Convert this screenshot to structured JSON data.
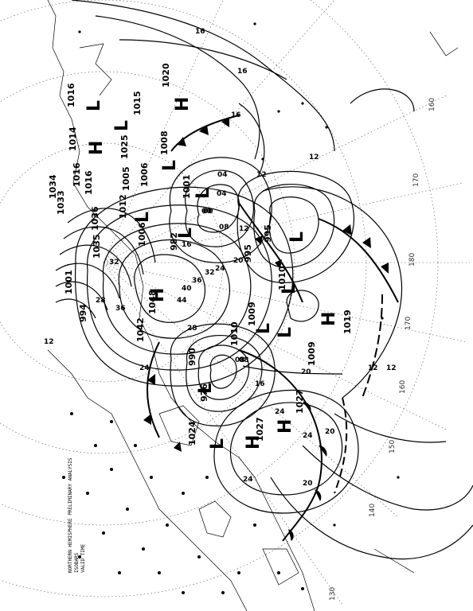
{
  "map": {
    "title_lines": [
      "NORTHERN HEMISPHERE PRELIMINARY ANALYSIS",
      "ISOBARS",
      "VALID TIME"
    ],
    "longitudes": [
      "180",
      "170",
      "160",
      "150",
      "140",
      "130",
      "160",
      "170"
    ],
    "isobar_labels": [
      "16",
      "16",
      "16",
      "12",
      "12",
      "12",
      "12",
      "08",
      "04",
      "00",
      "08",
      "16",
      "20",
      "24",
      "28",
      "32",
      "36",
      "40",
      "44",
      "32",
      "36",
      "28",
      "24",
      "12",
      "08",
      "16",
      "20",
      "20",
      "24",
      "20",
      "12",
      "24",
      "24",
      "00",
      "04"
    ],
    "pressure_values": [
      "1015",
      "1020",
      "1008",
      "1006",
      "1005",
      "1001",
      "982",
      "1006",
      "1012",
      "1016",
      "1036",
      "1035",
      "1048",
      "1042",
      "1024",
      "976",
      "990",
      "995",
      "995",
      "1010",
      "1009",
      "1010",
      "1009",
      "1019",
      "1027",
      "1027",
      "1016",
      "1014",
      "1001",
      "1016",
      "1025",
      "994",
      "1034",
      "1033"
    ],
    "labels": {
      "low_symbols": [
        "L",
        "L",
        "L",
        "L",
        "L",
        "L",
        "L",
        "L",
        "L",
        "L",
        "L",
        "L"
      ],
      "high_symbols": [
        "H",
        "H",
        "H",
        "H",
        "H",
        "H"
      ]
    },
    "colors": {
      "ink": "#000000",
      "grid": "#555555",
      "paper": "#ffffff"
    }
  }
}
